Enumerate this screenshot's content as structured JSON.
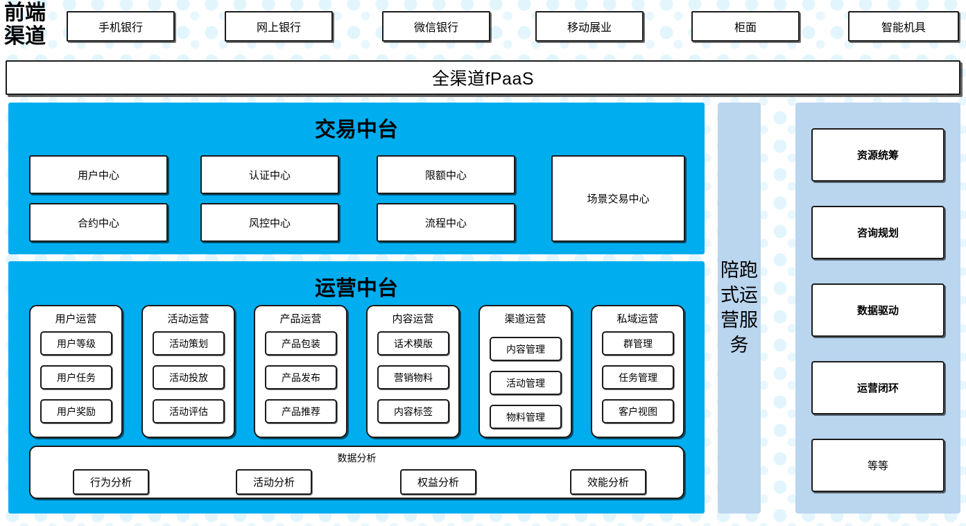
{
  "frontend": {
    "label": "前端\n渠道",
    "label_line1": "前端",
    "label_line2": "渠道",
    "channels": [
      {
        "name": "mobile-banking",
        "label": "手机银行"
      },
      {
        "name": "internet-banking",
        "label": "网上银行"
      },
      {
        "name": "wechat-banking",
        "label": "微信银行"
      },
      {
        "name": "mobile-field-service",
        "label": "移动展业"
      },
      {
        "name": "counter",
        "label": "柜面"
      },
      {
        "name": "smart-machine",
        "label": "智能机具"
      }
    ]
  },
  "fpaas": {
    "label": "全渠道fPaaS"
  },
  "transaction_center": {
    "title": "交易中台",
    "boxes": [
      {
        "name": "user-center",
        "label": "用户中心"
      },
      {
        "name": "auth-center",
        "label": "认证中心"
      },
      {
        "name": "limit-center",
        "label": "限额中心"
      },
      {
        "name": "contract-center",
        "label": "合约中心"
      },
      {
        "name": "risk-control-center",
        "label": "风控中心"
      },
      {
        "name": "process-center",
        "label": "流程中心"
      }
    ],
    "wide_box": {
      "name": "scenario-transaction-center",
      "label": "场景交易中心"
    }
  },
  "operation_center": {
    "title": "运营中台",
    "columns": [
      {
        "name": "user-operation",
        "title": "用户运营",
        "items": [
          "用户等级",
          "用户任务",
          "用户奖励"
        ]
      },
      {
        "name": "activity-operation",
        "title": "活动运营",
        "items": [
          "活动策划",
          "活动投放",
          "活动评估"
        ]
      },
      {
        "name": "product-operation",
        "title": "产品运营",
        "items": [
          "产品包装",
          "产品发布",
          "产品推荐"
        ]
      },
      {
        "name": "content-operation",
        "title": "内容运营",
        "items": [
          "话术模版",
          "营销物料",
          "内容标签"
        ]
      },
      {
        "name": "channel-operation",
        "title": "渠道运营",
        "items": [
          "内容管理",
          "活动管理",
          "物料管理"
        ]
      },
      {
        "name": "private-domain-operation",
        "title": "私域运营",
        "items": [
          "群管理",
          "任务管理",
          "客户视图"
        ]
      }
    ],
    "data_analysis": {
      "title": "数据分析",
      "items": [
        {
          "name": "behavior-analysis",
          "label": "行为分析"
        },
        {
          "name": "activity-analysis",
          "label": "活动分析"
        },
        {
          "name": "equity-analysis",
          "label": "权益分析"
        },
        {
          "name": "efficiency-analysis",
          "label": "效能分析"
        }
      ]
    }
  },
  "escort_service": {
    "label": "陪跑式运营服务",
    "lines": [
      "陪跑",
      "式运",
      "营服",
      "务"
    ]
  },
  "service_items": [
    {
      "name": "resource-coordination",
      "label": "资源统筹",
      "bold": true
    },
    {
      "name": "consulting-planning",
      "label": "咨询规划",
      "bold": true
    },
    {
      "name": "data-driven",
      "label": "数据驱动",
      "bold": true
    },
    {
      "name": "operation-closed-loop",
      "label": "运营闭环",
      "bold": true
    },
    {
      "name": "etc",
      "label": "等等",
      "bold": false
    }
  ],
  "colors": {
    "accent_blue": "#00adef",
    "rail_blue": "#bad5ee",
    "dot_blue": "#e2f5fd",
    "border": "#1a1a1a",
    "panel_white": "#ffffff"
  }
}
